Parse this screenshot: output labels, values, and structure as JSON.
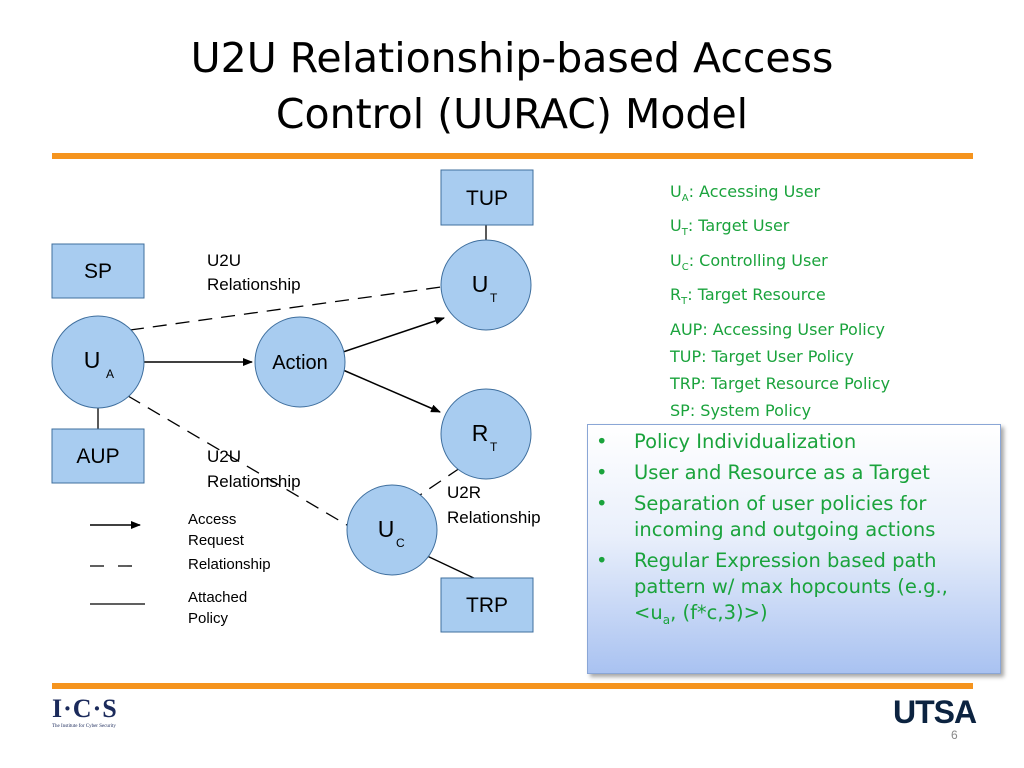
{
  "title": {
    "line1": "U2U Relationship-based Access",
    "line2": "Control (UURAC) Model"
  },
  "diagram": {
    "nodes": {
      "ua": "U",
      "ua_sub": "A",
      "action": "Action",
      "ut": "U",
      "ut_sub": "T",
      "rt": "R",
      "rt_sub": "T",
      "uc": "U",
      "uc_sub": "C"
    },
    "boxes": {
      "sp": "SP",
      "aup": "AUP",
      "tup": "TUP",
      "trp": "TRP"
    },
    "labels": {
      "u2u_top_1": "U2U",
      "u2u_top_2": "Relationship",
      "u2u_bottom_1": "U2U",
      "u2u_bottom_2": "Relationship",
      "u2r_1": "U2R",
      "u2r_2": "Relationship"
    },
    "key": {
      "access_1": "Access",
      "access_2": "Request",
      "relationship": "Relationship",
      "policy_1": "Attached",
      "policy_2": "Policy"
    }
  },
  "legend": [
    {
      "sym": "U",
      "sub": "A",
      "text": ": Accessing User"
    },
    {
      "sym": "U",
      "sub": "T",
      "text": ": Target User"
    },
    {
      "sym": "U",
      "sub": "C",
      "text": ": Controlling User"
    },
    {
      "sym": "R",
      "sub": "T",
      "text": ": Target Resource"
    },
    {
      "sym": "AUP",
      "sub": "",
      "text": ": Accessing User Policy"
    },
    {
      "sym": "TUP",
      "sub": "",
      "text": ": Target User Policy"
    },
    {
      "sym": "TRP",
      "sub": "",
      "text": ": Target Resource Policy"
    },
    {
      "sym": "SP",
      "sub": "",
      "text": ": System Policy"
    }
  ],
  "bullets": {
    "item1": "Policy Individualization",
    "item2": "User and Resource as a Target",
    "item3": "Separation of user policies for incoming and outgoing actions",
    "item4_a": "Regular Expression based path pattern w/ max hopcounts (e.g., <u",
    "item4_sub": "a",
    "item4_b": ", (f*c,3)>)"
  },
  "footer": {
    "logo": "I·C·S",
    "logo_sub": "The Institute for Cyber Security",
    "utsa": "UTSA",
    "page": "6"
  },
  "colors": {
    "accent": "#f5941e",
    "node_fill": "#a8ccf0",
    "green_text": "#1aa33c"
  }
}
